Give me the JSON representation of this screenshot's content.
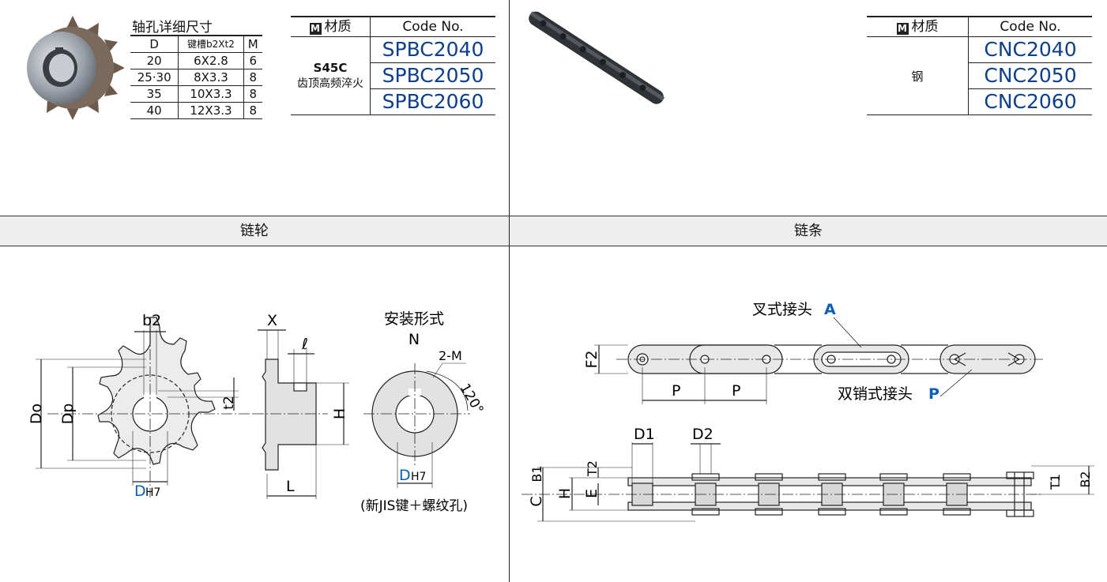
{
  "sprocket": {
    "bore_title": "轴孔详细尺寸",
    "bore_headers": [
      "D",
      "键槽b2Xt2",
      "M"
    ],
    "bore_rows": [
      [
        "20",
        "6X2.8",
        "6"
      ],
      [
        "25·30",
        "8X3.3",
        "8"
      ],
      [
        "35",
        "10X3.3",
        "8"
      ],
      [
        "40",
        "12X3.3",
        "8"
      ]
    ],
    "material_icon": "M",
    "material_label": "材质",
    "code_label": "Code No.",
    "material": "S45C",
    "material_note": "齿顶高频淬火",
    "codes": [
      "SPBC2040",
      "SPBC2050",
      "SPBC2060"
    ],
    "section_title": "链轮",
    "dim_labels": {
      "b2": "b2",
      "Do": "Do",
      "Dp": "Dp",
      "D": "D",
      "H7": "H7",
      "X": "X",
      "l": "ℓ",
      "t2": "t2",
      "H": "H",
      "L": "L"
    },
    "install_title": "安装形式",
    "install_letter": "N",
    "install_2m": "2-M",
    "install_angle": "120°",
    "install_note": "(新JIS键＋螺纹孔)"
  },
  "chain": {
    "material_icon": "M",
    "material_label": "材质",
    "code_label": "Code No.",
    "material": "钢",
    "codes": [
      "CNC2040",
      "CNC2050",
      "CNC2060"
    ],
    "section_title": "链条",
    "joint_a": "叉式接头",
    "joint_a_letter": "A",
    "joint_p": "双销式接头",
    "joint_p_letter": "P",
    "dim_labels": {
      "F2": "F2",
      "P": "P",
      "D1": "D1",
      "D2": "D2",
      "C": "C",
      "B1": "B1",
      "H": "H",
      "E": "E",
      "T2": "T2",
      "T1": "T1",
      "B2": "B2"
    }
  },
  "colors": {
    "code_blue": "#0d3f8a",
    "accent_blue": "#0a5fb5",
    "band_bg": "#eeeeee"
  }
}
